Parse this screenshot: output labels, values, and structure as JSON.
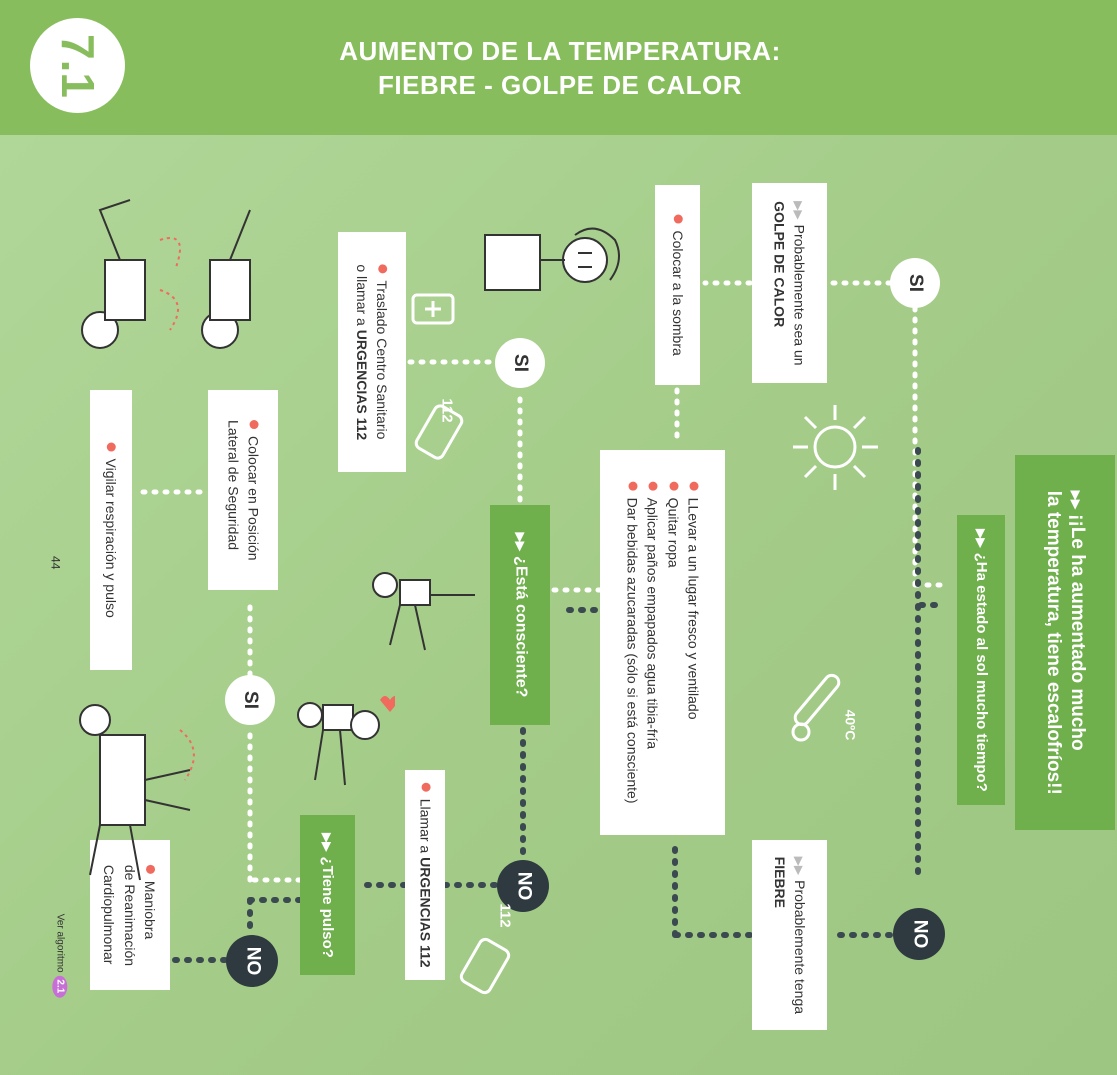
{
  "header": {
    "badge": "7.1",
    "title_line1": "AUMENTO DE LA TEMPERATURA:",
    "title_line2": "FIEBRE - GOLPE DE CALOR"
  },
  "colors": {
    "header_green": "#88bd5d",
    "question_green": "#6fb04c",
    "bullet_red": "#f06a5e",
    "no_dark": "#2e3a40"
  },
  "flow": {
    "main_question_line1": "¡¡Le ha aumentado mucho",
    "main_question_line2": "la temperatura, tiene escalofríos!!",
    "sun_question": "¿Ha estado al sol mucho tiempo?",
    "si_label": "SI",
    "no_label": "NO",
    "golpe_prefix": "Probablemente sea un",
    "golpe_bold": "GOLPE DE CALOR",
    "fiebre_prefix": "Probablemente tenga",
    "fiebre_bold": "FIEBRE",
    "shade": "Colocar a la sombra",
    "actions": [
      "LLevar a un lugar fresco y ventilado",
      "Quitar ropa",
      "Aplicar paños empapados agua tibia-fría",
      "Dar bebidas azucaradas (sólo si está consciente)"
    ],
    "conscious_question": "¿Está consciente?",
    "transfer_line1": "Traslado Centro Sanitario",
    "transfer_line2_prefix": "o llamar a ",
    "transfer_bold": "URGENCIAS 112",
    "call_prefix": "Llamar a ",
    "call_bold": "URGENCIAS 112",
    "pulse_question": "¿Tiene pulso?",
    "pls_line1": "Colocar en Posición",
    "pls_line2": "Lateral de Seguridad",
    "vigilar": "Vigilar respiración y pulso",
    "rcp_line1": "Maniobra",
    "rcp_line2": "de Reanimación",
    "rcp_line3": "Cardiopulmonar",
    "phone_number": "112",
    "thermometer_label": "40ºC"
  },
  "footer": {
    "page_number": "44",
    "ver_algoritmo": "Ver algoritmo",
    "algoritmo_ref": "2.1"
  }
}
